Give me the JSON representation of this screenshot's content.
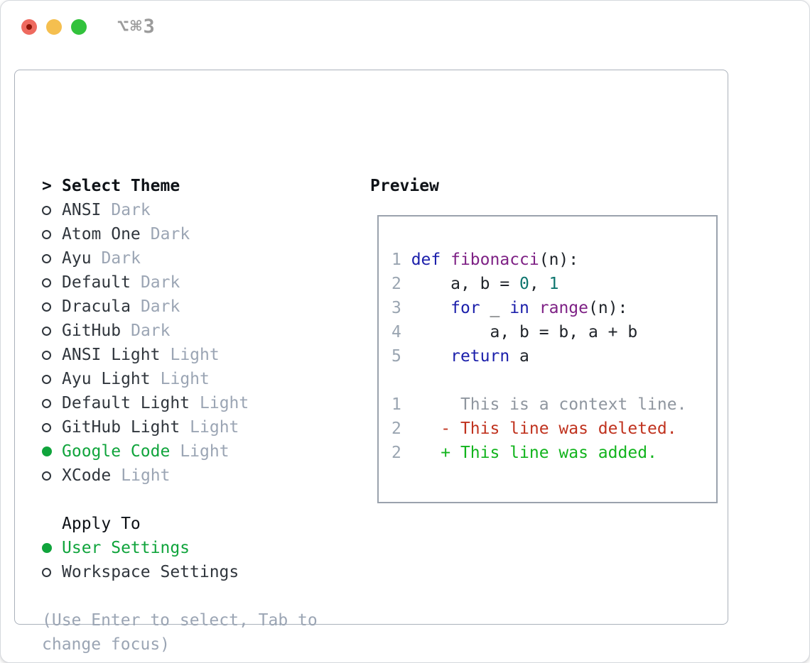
{
  "window": {
    "title": "⌥⌘3"
  },
  "colors": {
    "window-border": "#d5d8dd",
    "panel-border": "#aab1bb",
    "preview-border": "#9aa2ad",
    "text-black": "#0e1217",
    "text-dark": "#30363d",
    "muted-gray": "#9ba5b4",
    "title-gray": "#9b9b9b",
    "accent-green": "#10a43c",
    "lineno": "#9aa5b1",
    "code-kw": "#1c20ab",
    "code-fn": "#7e2185",
    "code-num": "#0e756e",
    "code-plain": "#20242a",
    "diff-ctx": "#8f969f",
    "diff-del": "#c0331f",
    "diff-add": "#12b41d",
    "light-red": "#ee6a5f",
    "light-red-dot": "#8d1407",
    "light-yellow": "#f5bf4f",
    "light-green": "#32c23c"
  },
  "theme_list": {
    "header_prefix": ">",
    "header": "Select Theme",
    "items": [
      {
        "name": "ANSI",
        "tag": "Dark",
        "selected": false
      },
      {
        "name": "Atom One",
        "tag": "Dark",
        "selected": false
      },
      {
        "name": "Ayu",
        "tag": "Dark",
        "selected": false
      },
      {
        "name": "Default",
        "tag": "Dark",
        "selected": false
      },
      {
        "name": "Dracula",
        "tag": "Dark",
        "selected": false
      },
      {
        "name": "GitHub",
        "tag": "Dark",
        "selected": false
      },
      {
        "name": "ANSI Light",
        "tag": "Light",
        "selected": false
      },
      {
        "name": "Ayu Light",
        "tag": "Light",
        "selected": false
      },
      {
        "name": "Default Light",
        "tag": "Light",
        "selected": false
      },
      {
        "name": "GitHub Light",
        "tag": "Light",
        "selected": false
      },
      {
        "name": "Google Code",
        "tag": "Light",
        "selected": true
      },
      {
        "name": "XCode",
        "tag": "Light",
        "selected": false
      }
    ]
  },
  "apply_to": {
    "header": "Apply To",
    "items": [
      {
        "name": "User Settings",
        "selected": true
      },
      {
        "name": "Workspace Settings",
        "selected": false
      }
    ]
  },
  "help_text": "(Use Enter to select, Tab to change focus)",
  "preview": {
    "header": "Preview",
    "code_lines": [
      [
        {
          "t": "1 ",
          "c": "ln"
        },
        {
          "t": "def",
          "c": "kw"
        },
        {
          "t": " ",
          "c": "pl"
        },
        {
          "t": "fibonacci",
          "c": "fn"
        },
        {
          "t": "(n):",
          "c": "pl"
        }
      ],
      [
        {
          "t": "2 ",
          "c": "ln"
        },
        {
          "t": "    a, b = ",
          "c": "pl"
        },
        {
          "t": "0",
          "c": "num"
        },
        {
          "t": ", ",
          "c": "pl"
        },
        {
          "t": "1",
          "c": "num"
        }
      ],
      [
        {
          "t": "3 ",
          "c": "ln"
        },
        {
          "t": "    ",
          "c": "pl"
        },
        {
          "t": "for",
          "c": "kw"
        },
        {
          "t": " _ ",
          "c": "pl"
        },
        {
          "t": "in",
          "c": "kw"
        },
        {
          "t": " ",
          "c": "pl"
        },
        {
          "t": "range",
          "c": "fn"
        },
        {
          "t": "(n):",
          "c": "pl"
        }
      ],
      [
        {
          "t": "4 ",
          "c": "ln"
        },
        {
          "t": "        a, b = b, a + b",
          "c": "pl"
        }
      ],
      [
        {
          "t": "5 ",
          "c": "ln"
        },
        {
          "t": "    ",
          "c": "pl"
        },
        {
          "t": "return",
          "c": "kw"
        },
        {
          "t": " a",
          "c": "pl"
        }
      ]
    ],
    "diff_lines": [
      [
        {
          "t": "1",
          "c": "ln"
        },
        {
          "t": "      This is a context line.",
          "c": "ctx"
        }
      ],
      [
        {
          "t": "2",
          "c": "ln"
        },
        {
          "t": "    ",
          "c": "pl"
        },
        {
          "t": "- This line was deleted.",
          "c": "del"
        }
      ],
      [
        {
          "t": "2",
          "c": "ln"
        },
        {
          "t": "    ",
          "c": "pl"
        },
        {
          "t": "+ This line was added.",
          "c": "add"
        }
      ]
    ]
  }
}
